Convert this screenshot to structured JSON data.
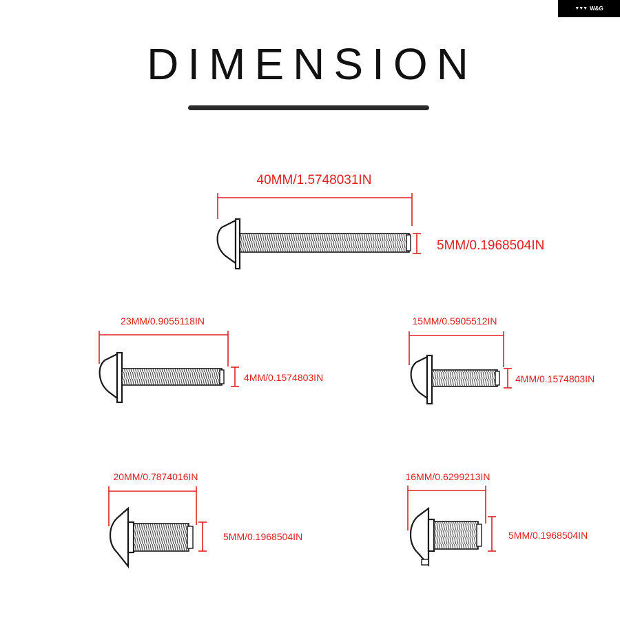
{
  "brand": {
    "name": "W&G",
    "logo_icon": "triple-v-logo-icon"
  },
  "title": "DIMENSION",
  "colors": {
    "dimension": "#e02020",
    "screw": "#1a1a1a",
    "title": "#111111"
  },
  "screws": [
    {
      "id": "screw-1",
      "length_label": "40MM/1.5748031IN",
      "diameter_label": "5MM/0.1968504IN"
    },
    {
      "id": "screw-2",
      "length_label": "23MM/0.9055118IN",
      "diameter_label": "4MM/0.1574803IN"
    },
    {
      "id": "screw-3",
      "length_label": "15MM/0.5905512IN",
      "diameter_label": "4MM/0.1574803IN"
    },
    {
      "id": "screw-4",
      "length_label": "20MM/0.7874016IN",
      "diameter_label": "5MM/0.1968504IN"
    },
    {
      "id": "screw-5",
      "length_label": "16MM/0.6299213IN",
      "diameter_label": "5MM/0.1968504IN"
    }
  ]
}
